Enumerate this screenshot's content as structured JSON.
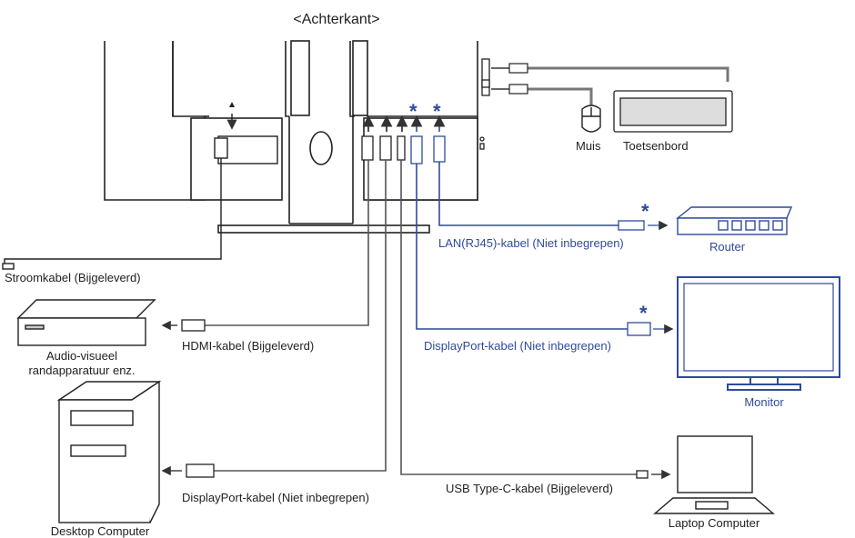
{
  "title": "<Achterkant>",
  "colors": {
    "accent": "#2f4a9a",
    "line": "#333333",
    "gray": "#8a8a8a"
  },
  "labels": {
    "power_cable": "Stroomkabel (Bijgeleverd)",
    "hdmi_cable": "HDMI-kabel (Bijgeleverd)",
    "av_device_line1": "Audio-visueel",
    "av_device_line2": "randapparatuur enz.",
    "dp_cable_desktop": "DisplayPort-kabel (Niet inbegrepen)",
    "desktop": "Desktop Computer",
    "usbc_cable": "USB Type-C-kabel (Bijgeleverd)",
    "laptop": "Laptop Computer",
    "lan_cable": "LAN(RJ45)-kabel (Niet inbegrepen)",
    "router": "Router",
    "dp_cable_monitor": "DisplayPort-kabel (Niet inbegrepen)",
    "monitor": "Monitor",
    "mouse": "Muis",
    "keyboard": "Toetsenbord"
  },
  "stars": [
    "*",
    "*",
    "*",
    "*"
  ]
}
